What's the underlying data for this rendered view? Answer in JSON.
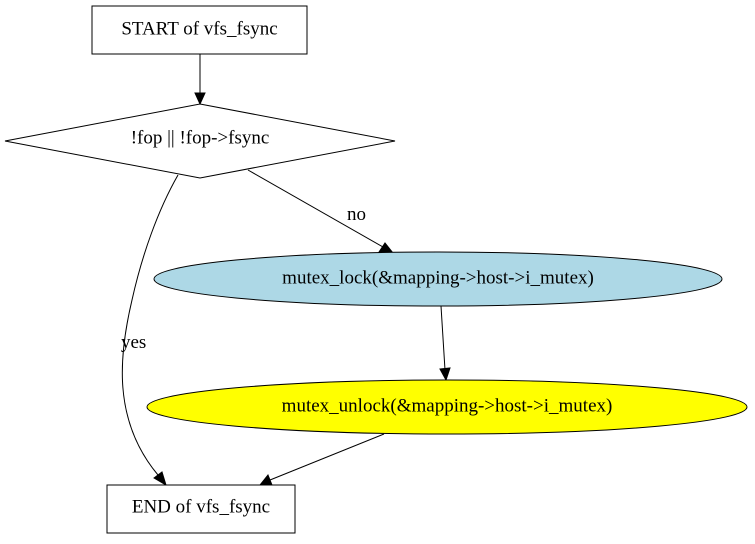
{
  "nodes": {
    "start": {
      "label": "START of vfs_fsync",
      "shape": "rectangle",
      "fill": "#ffffff"
    },
    "check": {
      "label": "!fop || !fop->fsync",
      "shape": "diamond",
      "fill": "#ffffff"
    },
    "lock": {
      "label": "mutex_lock(&mapping->host->i_mutex)",
      "shape": "ellipse",
      "fill": "#add8e6"
    },
    "unlock": {
      "label": "mutex_unlock(&mapping->host->i_mutex)",
      "shape": "ellipse",
      "fill": "#ffff00"
    },
    "end": {
      "label": "END of vfs_fsync",
      "shape": "rectangle",
      "fill": "#ffffff"
    }
  },
  "edges": [
    {
      "from": "start",
      "to": "check",
      "label": ""
    },
    {
      "from": "check",
      "to": "lock",
      "label": "no"
    },
    {
      "from": "check",
      "to": "end",
      "label": "yes"
    },
    {
      "from": "lock",
      "to": "unlock",
      "label": ""
    },
    {
      "from": "unlock",
      "to": "end",
      "label": ""
    }
  ]
}
